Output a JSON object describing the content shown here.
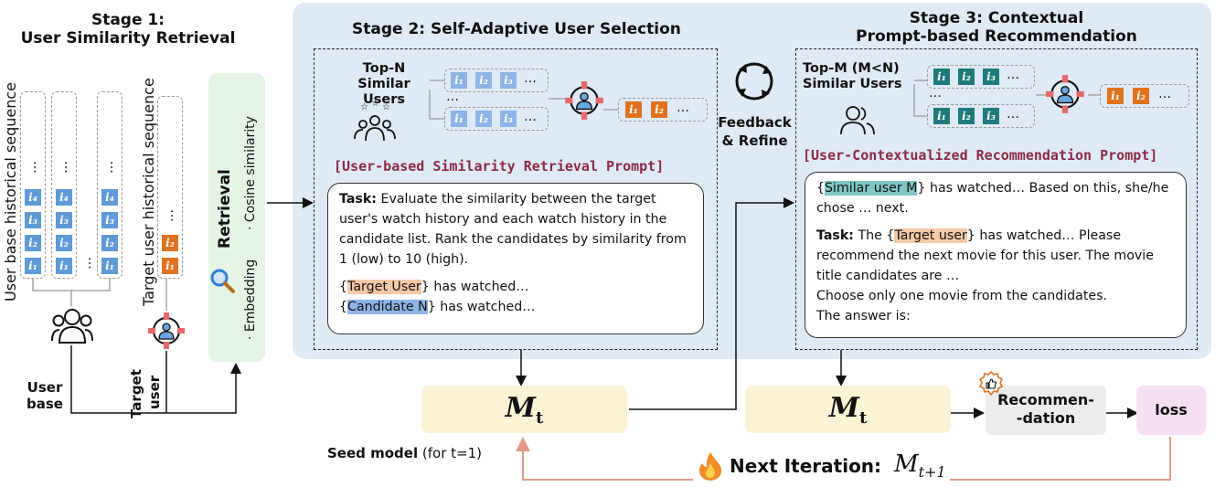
{
  "stage1": {
    "title_line1": "Stage 1:",
    "title_line2": "User Similarity Retrieval",
    "user_base_seq_label": "User base historical sequence",
    "target_seq_label": "Target user historical sequence",
    "user_base_label_1": "User",
    "user_base_label_2": "base",
    "target_user_label_1": "Target",
    "target_user_label_2": "user",
    "retrieval_title": "Retrieval",
    "embedding_label": "· Embedding",
    "cosine_label": "· Cosine similarity",
    "token_i1": "i₁",
    "token_i2": "i₂",
    "token_i3": "i₃",
    "token_i4": "i₄",
    "ellipsis": "…"
  },
  "stage2": {
    "title": "Stage 2: Self-Adaptive User Selection",
    "top_n_line1": "Top-N",
    "top_n_line2": "Similar Users",
    "prompt_title": "[User-based Similarity Retrieval Prompt]",
    "task_label": "Task:",
    "task_text": " Evaluate the similarity between the target user's watch history and each watch history in the candidate list. Rank the candidates by similarity from 1 (low) to 10 (high).",
    "target_user_tag": "Target User",
    "target_user_rest": " has watched…",
    "candidate_tag": "Candidate N",
    "candidate_rest": " has watched…"
  },
  "feedback": {
    "line1": "Feedback",
    "line2": "& Refine"
  },
  "stage3": {
    "title_line1": "Stage 3: Contextual",
    "title_line2": "Prompt-based Recommendation",
    "top_m_line1": "Top-M (M<N)",
    "top_m_line2": "Similar Users",
    "prompt_title": "[User-Contextualized Recommendation Prompt]",
    "similar_user_tag": "Similar user M",
    "line1_rest": " has watched… Based on this, she/he chose … next.",
    "task_label": "Task:",
    "task_pre": " The ",
    "target_user_tag": "Target user",
    "task_rest": " has watched… Please recommend the next movie for this user. The movie title candidates are …",
    "choose_line": "Choose only one movie from the candidates.",
    "answer_line": "The answer is:"
  },
  "bottom": {
    "model_letter": "M",
    "model_sub": "t",
    "seed_bold": "Seed model",
    "seed_rest": " (for t=1)",
    "recommendation_line1": "Recommen-",
    "recommendation_line2": "-dation",
    "loss": "loss",
    "next_iteration": "Next Iteration:",
    "next_model": "M",
    "next_model_sub": "t+1"
  },
  "colors": {
    "panel": "#dfeaf6",
    "retrieval_box": "#e5f4e5",
    "model_box": "#fbf3d6",
    "loss_box": "#f6dff0",
    "rec_box": "#ececec",
    "prompt_title": "#8b2a45",
    "loop_arrow": "#e39a8a"
  },
  "icons": [
    "user-base-group-icon",
    "target-user-icon",
    "search-icon",
    "users-stars-icon",
    "refresh-cycle-icon",
    "users-outline-icon",
    "thumbs-up-badge-icon",
    "fire-icon"
  ]
}
